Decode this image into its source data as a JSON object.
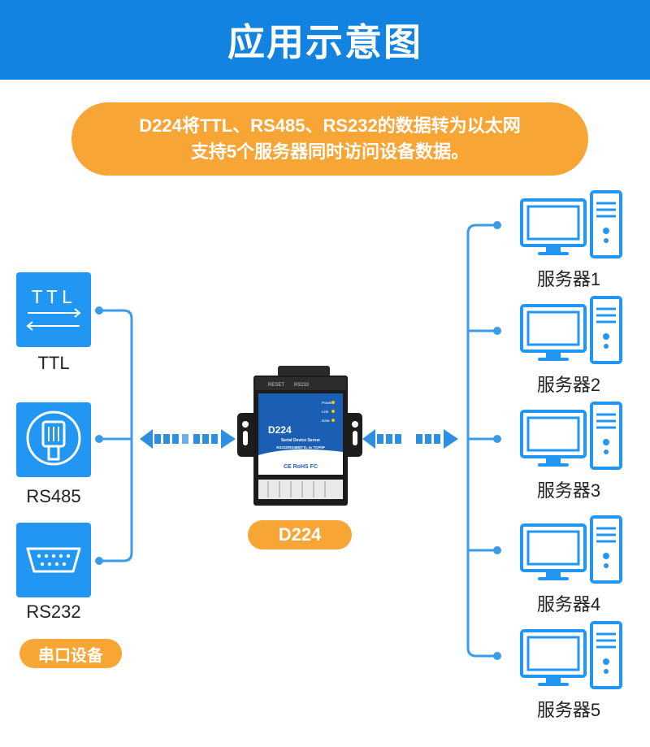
{
  "title": "应用示意图",
  "description": {
    "line1": "D224将TTL、RS485、RS232的数据转为以太网",
    "line2": "支持5个服务器同时访问设备数据。"
  },
  "devices": [
    {
      "label": "TTL",
      "icon": "ttl-icon",
      "icon_text": "TTL"
    },
    {
      "label": "RS485",
      "icon": "rs485-connector-icon"
    },
    {
      "label": "RS232",
      "icon": "db9-connector-icon"
    }
  ],
  "serial_devices_tag": "串口设备",
  "gateway": {
    "tag": "D224",
    "model": "D224",
    "subtitle": "Serial Device Server",
    "protocols": "RS232/RS485/TTL to TCP/IP",
    "certs": "CE RoHS FC",
    "port_labels": [
      "RESET",
      "RS232"
    ],
    "leds": [
      "Power",
      "Link",
      "Data"
    ]
  },
  "servers": [
    {
      "label": "服务器1"
    },
    {
      "label": "服务器2"
    },
    {
      "label": "服务器3"
    },
    {
      "label": "服务器4"
    },
    {
      "label": "服务器5"
    }
  ],
  "colors": {
    "banner": "#1283e0",
    "accent_orange": "#f7a535",
    "icon_blue": "#2196f3",
    "line_blue": "#3a9be8"
  }
}
